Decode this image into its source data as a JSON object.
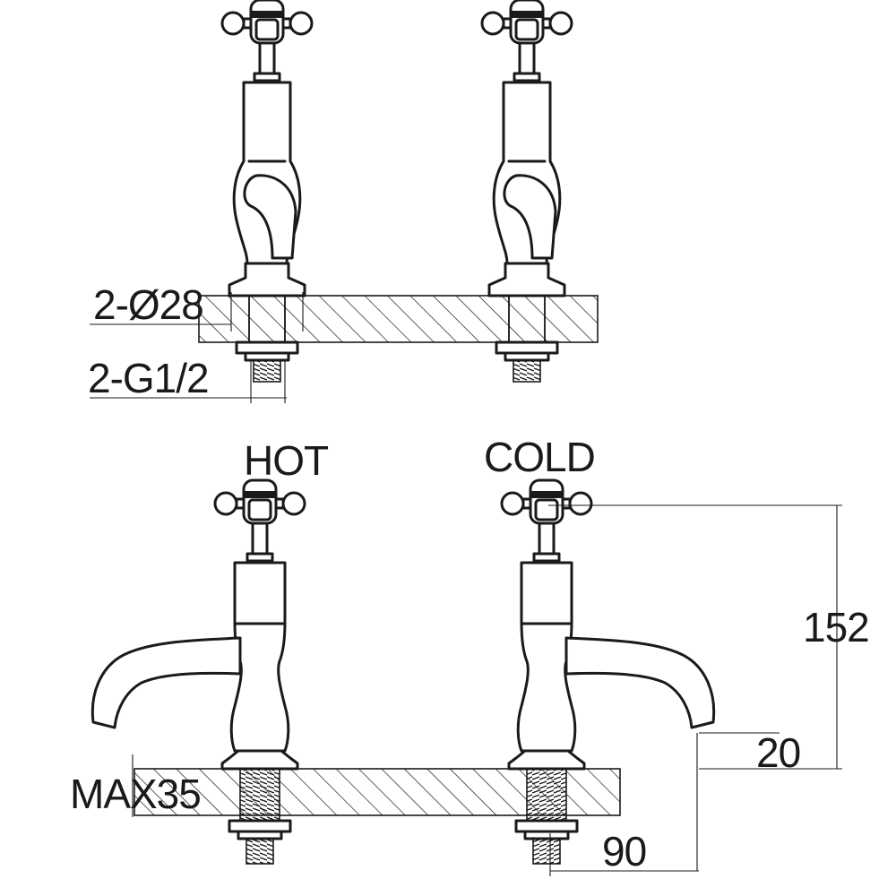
{
  "labels": {
    "hot": "HOT",
    "cold": "COLD"
  },
  "dimensions": {
    "inlet_diameter": "2-Ø28",
    "thread": "2-G1/2",
    "height": "152",
    "spout_height": "20",
    "spout_reach": "90",
    "max_deck_thickness": "MAX35"
  }
}
